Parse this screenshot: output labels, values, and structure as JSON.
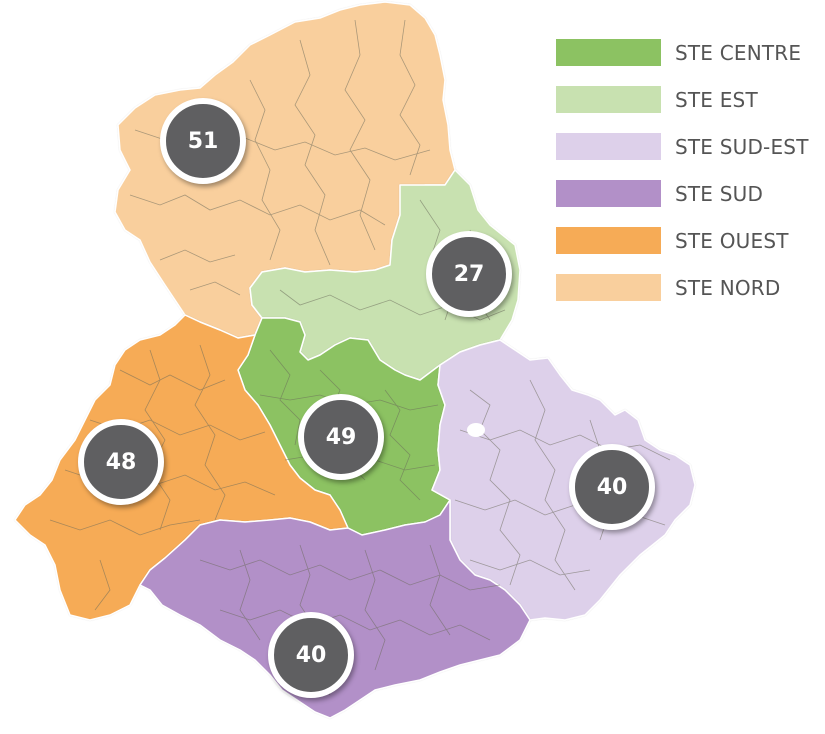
{
  "colors": {
    "stroke": "#ffffff",
    "inner_lines": "#6a6a5a"
  },
  "legend": [
    {
      "label": "STE CENTRE",
      "color": "#8cc262"
    },
    {
      "label": "STE EST",
      "color": "#c8e1b0"
    },
    {
      "label": "STE SUD-EST",
      "color": "#ddd0ea"
    },
    {
      "label": "STE SUD",
      "color": "#b290c8"
    },
    {
      "label": "STE OUEST",
      "color": "#f6ab56"
    },
    {
      "label": "STE NORD",
      "color": "#f9cf9d"
    }
  ],
  "regions": [
    {
      "id": "nord",
      "legend": "STE NORD",
      "color": "#f9cf9d",
      "count": "51"
    },
    {
      "id": "est",
      "legend": "STE EST",
      "color": "#c8e1b0",
      "count": "27"
    },
    {
      "id": "centre",
      "legend": "STE CENTRE",
      "color": "#8cc262",
      "count": "49"
    },
    {
      "id": "ouest",
      "legend": "STE OUEST",
      "color": "#f6ab56",
      "count": "48"
    },
    {
      "id": "sud-est",
      "legend": "STE SUD-EST",
      "color": "#ddd0ea",
      "count": "40"
    },
    {
      "id": "sud",
      "legend": "STE SUD",
      "color": "#b290c8",
      "count": "40"
    }
  ]
}
